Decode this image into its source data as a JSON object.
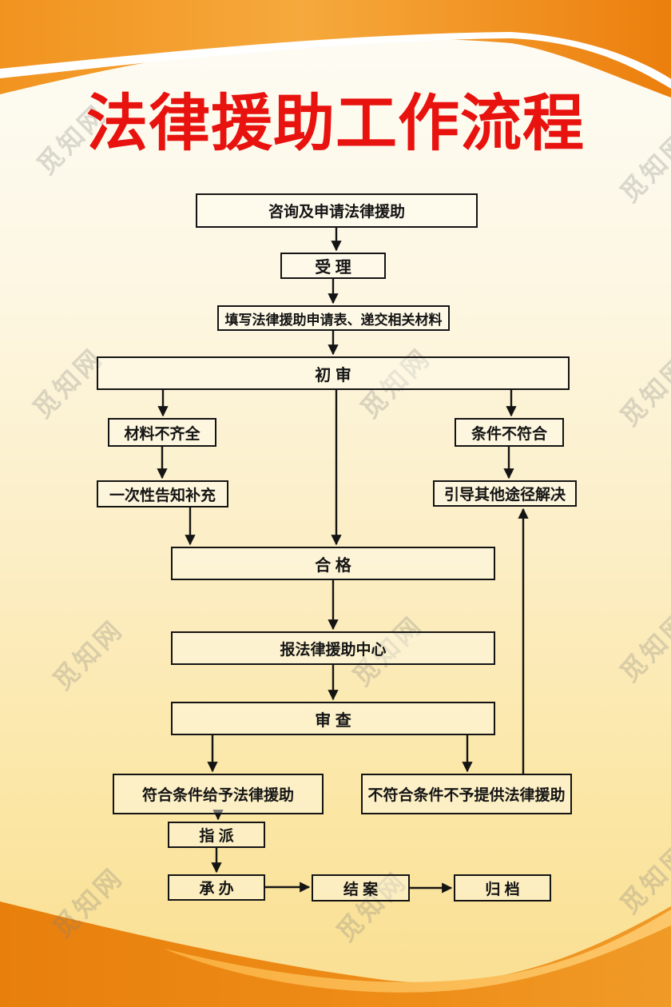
{
  "poster": {
    "title": "法律援助工作流程"
  },
  "watermark": {
    "text": "觅知网"
  },
  "flow": {
    "nodes": [
      {
        "id": "consult",
        "label": "咨询及申请法律援助"
      },
      {
        "id": "accept",
        "label": "受 理"
      },
      {
        "id": "fill-form",
        "label": "填写法律援助申请表、递交相关材料"
      },
      {
        "id": "initial-review",
        "label": "初 审"
      },
      {
        "id": "incomplete-materials",
        "label": "材料不齐全"
      },
      {
        "id": "conditions-not-met",
        "label": "条件不符合"
      },
      {
        "id": "onetime-notice",
        "label": "一次性告知补充"
      },
      {
        "id": "guide-other-channels",
        "label": "引导其他途径解决"
      },
      {
        "id": "qualified",
        "label": "合 格"
      },
      {
        "id": "report-center",
        "label": "报法律援助中心"
      },
      {
        "id": "review",
        "label": "审 查"
      },
      {
        "id": "grant-aid",
        "label": "符合条件给予法律援助"
      },
      {
        "id": "deny-aid",
        "label": "不符合条件不予提供法律援助"
      },
      {
        "id": "assign",
        "label": "指 派"
      },
      {
        "id": "undertake",
        "label": "承 办"
      },
      {
        "id": "close-case",
        "label": "结 案"
      },
      {
        "id": "archive",
        "label": "归 档"
      }
    ]
  },
  "colors": {
    "accent_orange": "#ee8511",
    "light_stripe": "#fbbd5c",
    "title_red": "#e8120e",
    "line_black": "#141414"
  }
}
